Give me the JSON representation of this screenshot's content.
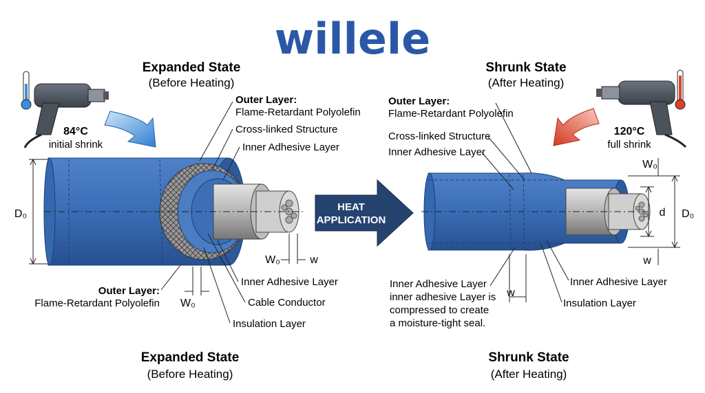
{
  "brand": {
    "name": "willele",
    "color": "#2b58a6"
  },
  "colors": {
    "tube": "#3a6db6",
    "tube_dark": "#244c8a",
    "tube_light": "#6f9bd6",
    "arrow": "#25436f",
    "cold": "#3a8fdc",
    "hot": "#d9412b",
    "line": "#222222"
  },
  "left": {
    "title": "Expanded State",
    "subtitle": "(Before Heating)",
    "temp": "84°C",
    "temp_note": "initial shrink",
    "labels": {
      "outer_layer_head": "Outer Layer:",
      "outer_layer_body": "Flame-Retardant Polyolefin",
      "cross_linked": "Cross-linked Structure",
      "inner_adhesive_top": "Inner Adhesive Layer",
      "inner_adhesive_bottom": "Inner Adhesive Layer",
      "cable_conductor": "Cable Conductor",
      "insulation": "Insulation Layer",
      "outer_bottom_head": "Outer Layer:",
      "outer_bottom_body": "Flame-Retardant Polyolefin",
      "D0": "D₀",
      "W0": "W₀",
      "W0_bottom": "W₀",
      "w": "w"
    }
  },
  "center": {
    "line1": "HEAT",
    "line2": "APPLICATION"
  },
  "right": {
    "title": "Shrunk State",
    "subtitle": "(After Heating)",
    "temp": "120°C",
    "temp_note": "full shrink",
    "labels": {
      "outer_layer_head": "Outer Layer:",
      "outer_layer_body": "Flame-Retardant Polyolefin",
      "cross_linked": "Cross-linked Structure",
      "inner_adhesive_top": "Inner Adhesive Layer",
      "inner_adhesive_right": "Inner Adhesive Layer",
      "insulation": "Insulation Layer",
      "seal_1": "Inner Adhesive Layer",
      "seal_2": "inner adhesive Layer is",
      "seal_3": "compressed to create",
      "seal_4": "a moisture-tight seal.",
      "W0": "W₀",
      "w_right": "w",
      "w_bottom": "w",
      "d": "d",
      "D0": "D₀"
    }
  },
  "footer": {
    "left_title": "Expanded State",
    "left_subtitle": "(Before Heating)",
    "right_title": "Shrunk State",
    "right_subtitle": "(After Heating)"
  }
}
